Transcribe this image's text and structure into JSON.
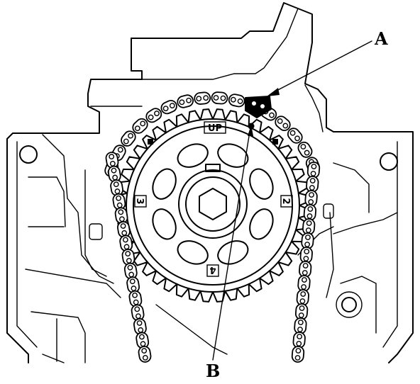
{
  "callouts": {
    "a": "A",
    "b": "B"
  },
  "sprocket_marks": {
    "up": "UP",
    "mark_2": "2",
    "mark_3": "3",
    "mark_4": "4"
  },
  "colors": {
    "line": "#000000",
    "background": "#ffffff"
  }
}
